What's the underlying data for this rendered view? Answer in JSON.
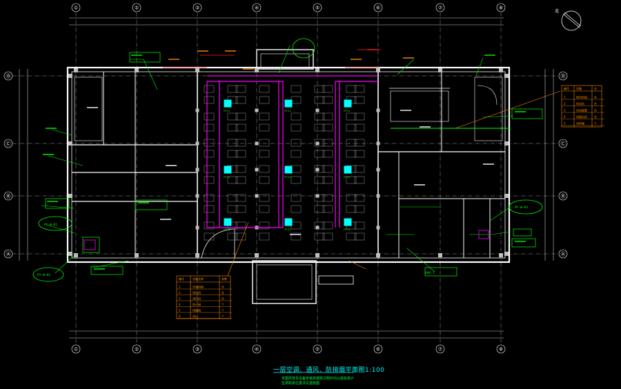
{
  "drawing": {
    "title": "一层空调、通风、防排烟平面图1:100",
    "notes": [
      "本图风管及设备安装高度除注明外均以底标高计",
      "空调机房位置详见建施图"
    ]
  },
  "grid": {
    "vertical_labels": [
      "①",
      "②",
      "③",
      "④",
      "⑤",
      "⑥",
      "⑦",
      "⑧"
    ],
    "horizontal_labels": [
      "Ⓓ",
      "Ⓒ",
      "Ⓑ",
      "Ⓐ"
    ]
  },
  "colors": {
    "background": "#000000",
    "walls": "#ffffff",
    "grid": "#c8c8c8",
    "duct": "#ff00ff",
    "equipment": "#00ffff",
    "annotation_green": "#00ff00",
    "annotation_orange": "#ff8c00",
    "annotation_red": "#ff2020",
    "table_fill": "#ff8c00"
  },
  "north_arrow": {
    "label": "北",
    "icon": "compass-icon"
  },
  "tables": {
    "equipment_table": {
      "header": [
        "编号",
        "设备名称",
        "参数"
      ],
      "rows": [
        [
          "1",
          "空调机组",
          "台"
        ],
        [
          "2",
          "排风机",
          "台"
        ],
        [
          "3",
          "送风机",
          "台"
        ],
        [
          "4",
          "防火阀",
          "个"
        ],
        [
          "5",
          "排烟阀",
          "个"
        ],
        [
          "6",
          "风口",
          "个"
        ]
      ]
    },
    "right_table": {
      "header": [
        "编号",
        "设备",
        "台"
      ],
      "rows": [
        [
          "1",
          "新风机组",
          "台"
        ],
        [
          "2",
          "排风机",
          "台"
        ],
        [
          "3",
          "风机盘管",
          "台"
        ],
        [
          "4",
          "排烟风机",
          "台"
        ],
        [
          "5",
          "消声器",
          "个"
        ]
      ]
    }
  },
  "callouts": {
    "pf_left": "PF-W-01",
    "pf_bottom_left": "PY-W-02",
    "pf_right": "PF-W-03",
    "ahu_label": "AHU-1"
  }
}
